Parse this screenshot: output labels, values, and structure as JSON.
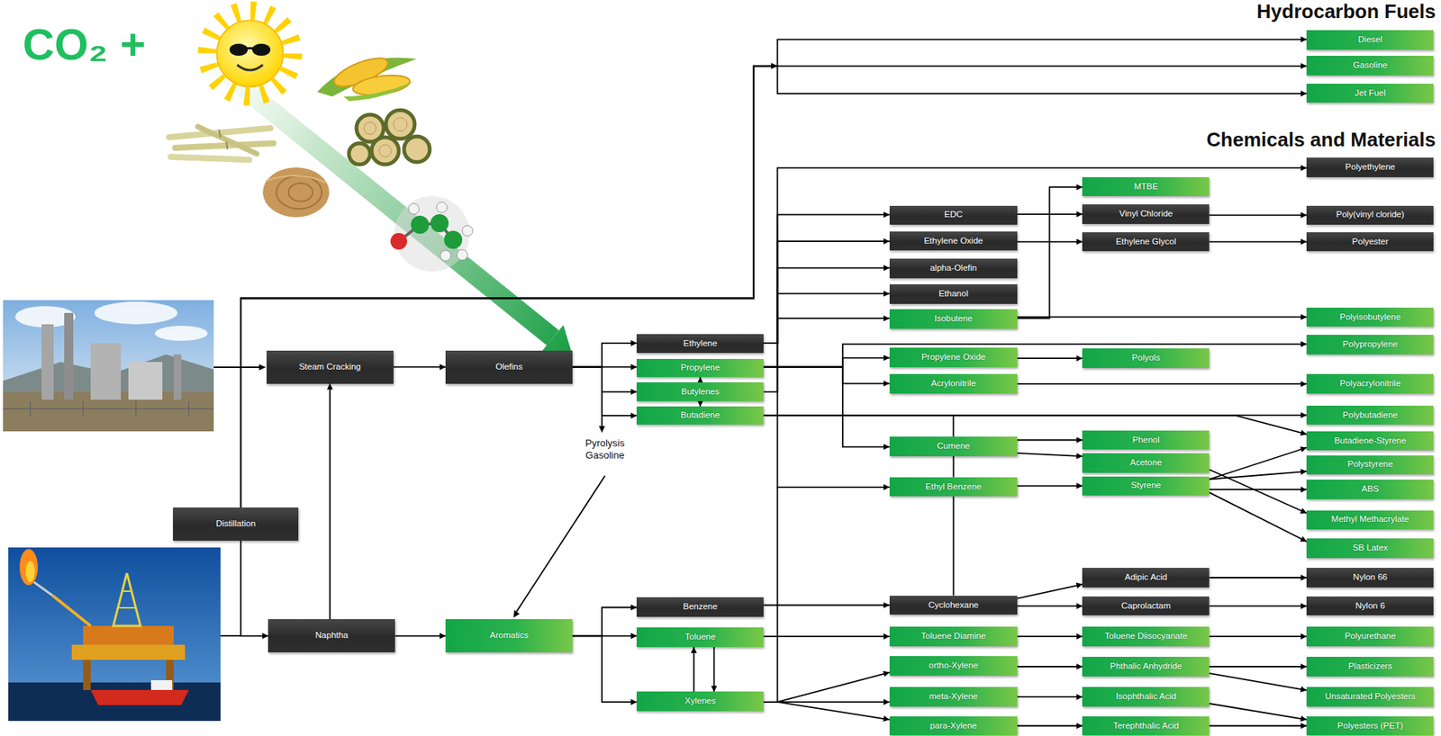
{
  "diagram": {
    "nodes": [
      {
        "text": [
          "Steam Cracking"
        ]
      },
      {
        "text": [
          "Olefins"
        ]
      },
      {
        "text": [
          "Distillation"
        ]
      },
      {
        "text": [
          "Naphtha"
        ]
      },
      {
        "text": [
          "Aromatics"
        ]
      },
      {
        "text": [
          "Ethylene"
        ]
      },
      {
        "text": [
          "Propylene"
        ]
      },
      {
        "text": [
          "Butylenes"
        ]
      },
      {
        "text": [
          "Butadiene"
        ]
      },
      {
        "text": [
          "Benzene"
        ]
      },
      {
        "text": [
          "Toluene"
        ]
      },
      {
        "text": [
          "Xylenes"
        ]
      },
      {
        "text": [
          "EDC"
        ]
      },
      {
        "text": [
          "Ethylene Oxide"
        ]
      },
      {
        "text": [
          "alpha-Olefin"
        ]
      },
      {
        "text": [
          "Ethanol"
        ]
      },
      {
        "text": [
          "Isobutene"
        ]
      },
      {
        "text": [
          "Propylene Oxide"
        ]
      },
      {
        "text": [
          "Acrylonitrile"
        ]
      },
      {
        "text": [
          "Cumene"
        ]
      },
      {
        "text": [
          "Ethyl Benzene"
        ]
      },
      {
        "text": [
          "Cyclohexane"
        ]
      },
      {
        "text": [
          "Toluene Diamine"
        ]
      },
      {
        "text": [
          "ortho-Xylene"
        ]
      },
      {
        "text": [
          "meta-Xylene"
        ]
      },
      {
        "text": [
          "para-Xylene"
        ]
      },
      {
        "text": [
          "MTBE"
        ]
      },
      {
        "text": [
          "Vinyl Chloride"
        ]
      },
      {
        "text": [
          "Ethylene Glycol"
        ]
      },
      {
        "text": [
          "Polyols"
        ]
      },
      {
        "text": [
          "Phenol"
        ]
      },
      {
        "text": [
          "Acetone"
        ]
      },
      {
        "text": [
          "Styrene"
        ]
      },
      {
        "text": [
          "Adipic Acid"
        ]
      },
      {
        "text": [
          "Caprolactam"
        ]
      },
      {
        "text": [
          "Toluene Diisocyanate"
        ]
      },
      {
        "text": [
          "Phthalic Anhydride"
        ]
      },
      {
        "text": [
          "Isophthalic Acid"
        ]
      },
      {
        "text": [
          "Terephthalic Acid"
        ]
      },
      {
        "text": [
          "Diesel"
        ]
      },
      {
        "text": [
          "Gasoline"
        ]
      },
      {
        "text": [
          "Jet Fuel"
        ]
      },
      {
        "text": [
          "Polyethylene"
        ]
      },
      {
        "text": [
          "Poly(vinyl cloride)"
        ]
      },
      {
        "text": [
          "Polyester"
        ]
      },
      {
        "text": [
          "Polyisobutylene"
        ]
      },
      {
        "text": [
          "Polypropylene"
        ]
      },
      {
        "text": [
          "Polyacrylonitrile"
        ]
      },
      {
        "text": [
          "Polybutadiene"
        ]
      },
      {
        "text": [
          "Butadiene-Styrene"
        ]
      },
      {
        "text": [
          "Polystyrene"
        ]
      },
      {
        "text": [
          "ABS"
        ]
      },
      {
        "text": [
          "Methyl Methacrylate"
        ]
      },
      {
        "text": [
          "SB Latex"
        ]
      },
      {
        "text": [
          "Nylon 66"
        ]
      },
      {
        "text": [
          "Nylon 6"
        ]
      },
      {
        "text": [
          "Polyurethane"
        ]
      },
      {
        "text": [
          "Plasticizers"
        ]
      },
      {
        "text": [
          "Unsaturated Polyesters"
        ]
      },
      {
        "text": [
          "Polyesters (PET)"
        ]
      }
    ],
    "edges": [
      {
        "from": 0,
        "to": 1,
        "arrow": "to"
      },
      {
        "from": 3,
        "to": 0,
        "arrow": "to"
      },
      {
        "from": 2,
        "to": 3,
        "arrow": "to"
      },
      {
        "from": 2,
        "to": 39,
        "arrow": "to"
      },
      {
        "from": 2,
        "to": 40,
        "arrow": "to"
      },
      {
        "from": 2,
        "to": 41,
        "arrow": "to"
      },
      {
        "from": 1,
        "to": 5,
        "arrow": "to"
      },
      {
        "from": 1,
        "to": 6,
        "arrow": "to"
      },
      {
        "from": 1,
        "to": 7,
        "arrow": "to"
      },
      {
        "from": 1,
        "to": 8,
        "arrow": "to"
      },
      {
        "from": 3,
        "to": 4,
        "arrow": "to"
      },
      {
        "from": 4,
        "to": 9,
        "arrow": "to"
      },
      {
        "from": 4,
        "to": 10,
        "arrow": "to"
      },
      {
        "from": 4,
        "to": 11,
        "arrow": "to"
      },
      {
        "from": 10,
        "to": 11,
        "arrow": "to"
      },
      {
        "from": 11,
        "to": 10,
        "arrow": "to"
      },
      {
        "from": 7,
        "to": 6,
        "arrow": "to"
      },
      {
        "from": 7,
        "to": 8,
        "arrow": "to"
      },
      {
        "from": 5,
        "to": 42,
        "arrow": "to"
      },
      {
        "from": 5,
        "to": 12,
        "arrow": "to"
      },
      {
        "from": 5,
        "to": 13,
        "arrow": "to"
      },
      {
        "from": 5,
        "to": 14,
        "arrow": "to"
      },
      {
        "from": 5,
        "to": 15,
        "arrow": "to"
      },
      {
        "from": 5,
        "to": 20,
        "arrow": "to"
      },
      {
        "from": 7,
        "to": 16,
        "arrow": "to"
      },
      {
        "from": 6,
        "to": 46,
        "arrow": "to"
      },
      {
        "from": 6,
        "to": 17,
        "arrow": "to"
      },
      {
        "from": 6,
        "to": 18,
        "arrow": "to"
      },
      {
        "from": 6,
        "to": 19,
        "arrow": "to"
      },
      {
        "from": 16,
        "to": 26,
        "arrow": "to"
      },
      {
        "from": 16,
        "to": 45,
        "arrow": "to"
      },
      {
        "from": 12,
        "to": 27,
        "arrow": "to"
      },
      {
        "from": 27,
        "to": 43,
        "arrow": "to"
      },
      {
        "from": 13,
        "to": 28,
        "arrow": "to"
      },
      {
        "from": 28,
        "to": 44,
        "arrow": "to"
      },
      {
        "from": 17,
        "to": 29,
        "arrow": "to"
      },
      {
        "from": 18,
        "to": 47,
        "arrow": "to"
      },
      {
        "from": 8,
        "to": 48,
        "arrow": "to"
      },
      {
        "from": 8,
        "to": 49,
        "arrow": "to"
      },
      {
        "from": 19,
        "to": 30,
        "arrow": "to"
      },
      {
        "from": 19,
        "to": 31,
        "arrow": "to"
      },
      {
        "from": 19,
        "to": 20,
        "arrow": "none"
      },
      {
        "from": 20,
        "to": 21,
        "arrow": "none"
      },
      {
        "from": 20,
        "to": 32,
        "arrow": "to"
      },
      {
        "from": 32,
        "to": 49,
        "arrow": "to"
      },
      {
        "from": 32,
        "to": 50,
        "arrow": "to"
      },
      {
        "from": 32,
        "to": 51,
        "arrow": "to"
      },
      {
        "from": 32,
        "to": 53,
        "arrow": "to"
      },
      {
        "from": 31,
        "to": 52,
        "arrow": "to"
      },
      {
        "from": 9,
        "to": 21,
        "arrow": "to"
      },
      {
        "from": 21,
        "to": 33,
        "arrow": "to"
      },
      {
        "from": 21,
        "to": 34,
        "arrow": "to"
      },
      {
        "from": 33,
        "to": 54,
        "arrow": "to"
      },
      {
        "from": 34,
        "to": 55,
        "arrow": "to"
      },
      {
        "from": 10,
        "to": 22,
        "arrow": "to"
      },
      {
        "from": 22,
        "to": 35,
        "arrow": "to"
      },
      {
        "from": 35,
        "to": 56,
        "arrow": "to"
      },
      {
        "from": 11,
        "to": 23,
        "arrow": "to"
      },
      {
        "from": 11,
        "to": 24,
        "arrow": "to"
      },
      {
        "from": 11,
        "to": 25,
        "arrow": "to"
      },
      {
        "from": 23,
        "to": 36,
        "arrow": "to"
      },
      {
        "from": 24,
        "to": 37,
        "arrow": "to"
      },
      {
        "from": 25,
        "to": 38,
        "arrow": "to"
      },
      {
        "from": 36,
        "to": 57,
        "arrow": "to"
      },
      {
        "from": 36,
        "to": 58,
        "arrow": "to"
      },
      {
        "from": 37,
        "to": 59,
        "arrow": "to"
      },
      {
        "from": 38,
        "to": 59,
        "arrow": "to"
      }
    ],
    "labels": [
      "CO₂ +",
      "Hydrocarbon Fuels",
      "Chemicals and Materials",
      "Pyrolysis Gasoline"
    ]
  }
}
